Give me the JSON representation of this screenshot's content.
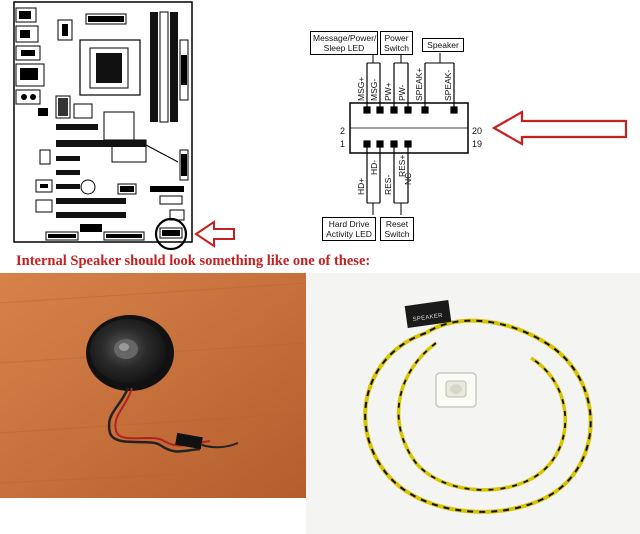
{
  "pinout": {
    "labels": {
      "msg_power_led": "Message/Power/\nSleep LED",
      "power_switch": "Power\nSwitch",
      "speaker": "Speaker",
      "hard_drive_led": "Hard Drive\nActivity LED",
      "reset_switch": "Reset\nSwitch"
    },
    "top_pins": [
      "MSG+",
      "MSG-",
      "PW+",
      "PW-",
      "SPEAK+",
      "SPEAK-"
    ],
    "bottom_pins": [
      "HD+",
      "HD-",
      "RES-",
      "RES+",
      "NC"
    ],
    "pin_numbers": {
      "top_left": "2",
      "bottom_left": "1",
      "top_right": "20",
      "bottom_right": "19"
    }
  },
  "caption": "Internal Speaker should look something like one of these:",
  "photo2": {
    "connector_label": "SPEAKER"
  },
  "colors": {
    "arrow": "#c82020",
    "caption": "#c82020"
  }
}
